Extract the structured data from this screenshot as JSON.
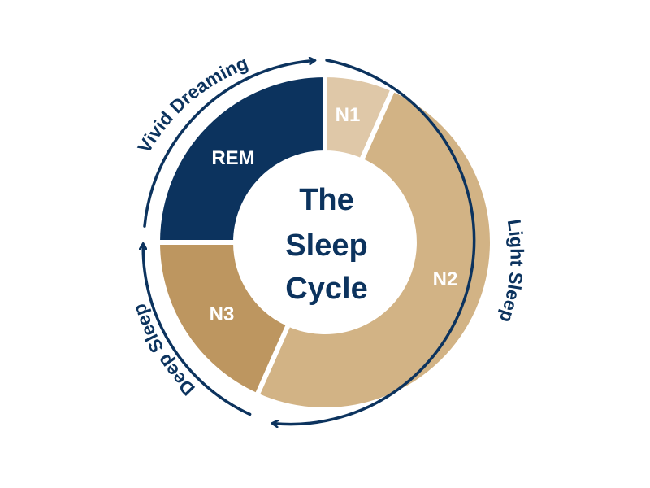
{
  "diagram": {
    "center_title_lines": [
      "The",
      "Sleep",
      "Cycle"
    ],
    "segments": [
      {
        "label": "N1",
        "start_deg": 0,
        "end_deg": 24,
        "color": "#dfc8a8",
        "label_color": "#ffffff"
      },
      {
        "label": "N2",
        "start_deg": 24,
        "end_deg": 204,
        "color": "#d2b385",
        "label_color": "#ffffff"
      },
      {
        "label": "N3",
        "start_deg": 204,
        "end_deg": 270,
        "color": "#bd9660",
        "label_color": "#ffffff"
      },
      {
        "label": "REM",
        "start_deg": 270,
        "end_deg": 360,
        "color": "#0c335e",
        "label_color": "#ffffff"
      }
    ],
    "outer_labels": {
      "light_sleep": "Light Sleep",
      "deep_sleep": "Deep Sleep",
      "vivid_dreaming": "Vivid Dreaming"
    },
    "colors": {
      "navy": "#0c335e",
      "background": "#ffffff"
    }
  }
}
